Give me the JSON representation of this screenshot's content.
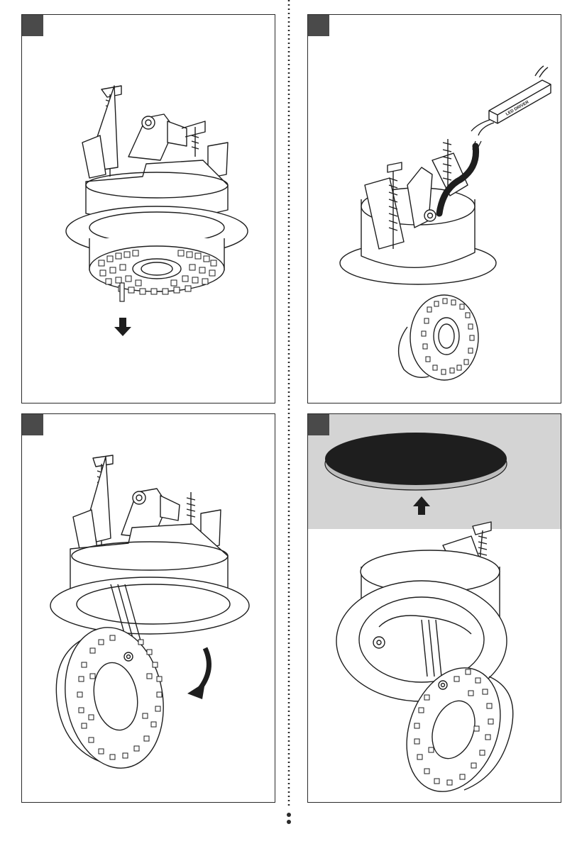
{
  "panels": [
    {
      "id": "step-1",
      "badge": ""
    },
    {
      "id": "step-2",
      "badge": "",
      "driver_label": "LED DRIVER"
    },
    {
      "id": "step-3",
      "badge": ""
    },
    {
      "id": "step-4",
      "badge": ""
    }
  ],
  "colors": {
    "line": "#1e1e1e",
    "badge": "#4a4a4a",
    "ceiling": "#d4d4d4",
    "arrow": "#1e1e1e"
  }
}
